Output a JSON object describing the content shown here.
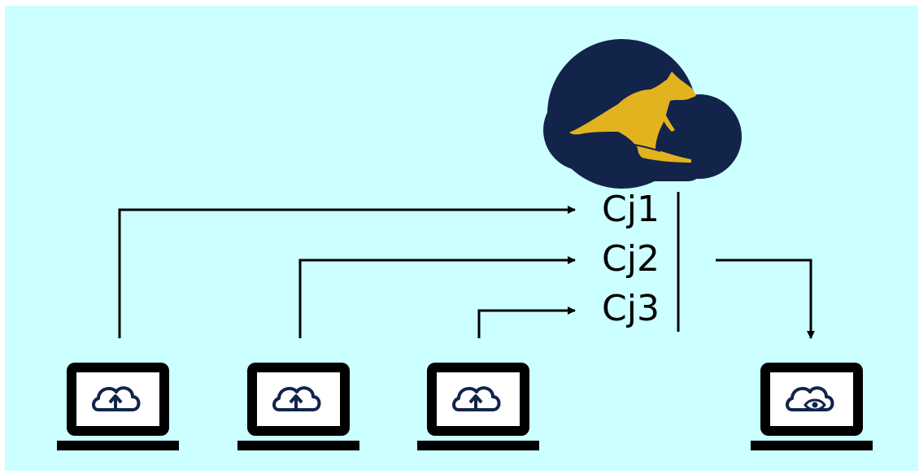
{
  "diagram": {
    "labels": [
      "Cj1",
      "Cj2",
      "Cj3"
    ]
  },
  "nodes": {
    "server": {
      "icon": "kangaroo-cloud-icon"
    },
    "clients": [
      {
        "icon": "laptop-upload-icon"
      },
      {
        "icon": "laptop-upload-icon"
      },
      {
        "icon": "laptop-upload-icon"
      }
    ],
    "viewer": {
      "icon": "laptop-view-icon"
    }
  },
  "colors": {
    "background": "#ccffff",
    "cloud": "#12244a",
    "kangaroo": "#e3b21f",
    "line": "#000000",
    "laptop": "#000000",
    "screen": "#ffffff",
    "icon": "#12244a"
  }
}
